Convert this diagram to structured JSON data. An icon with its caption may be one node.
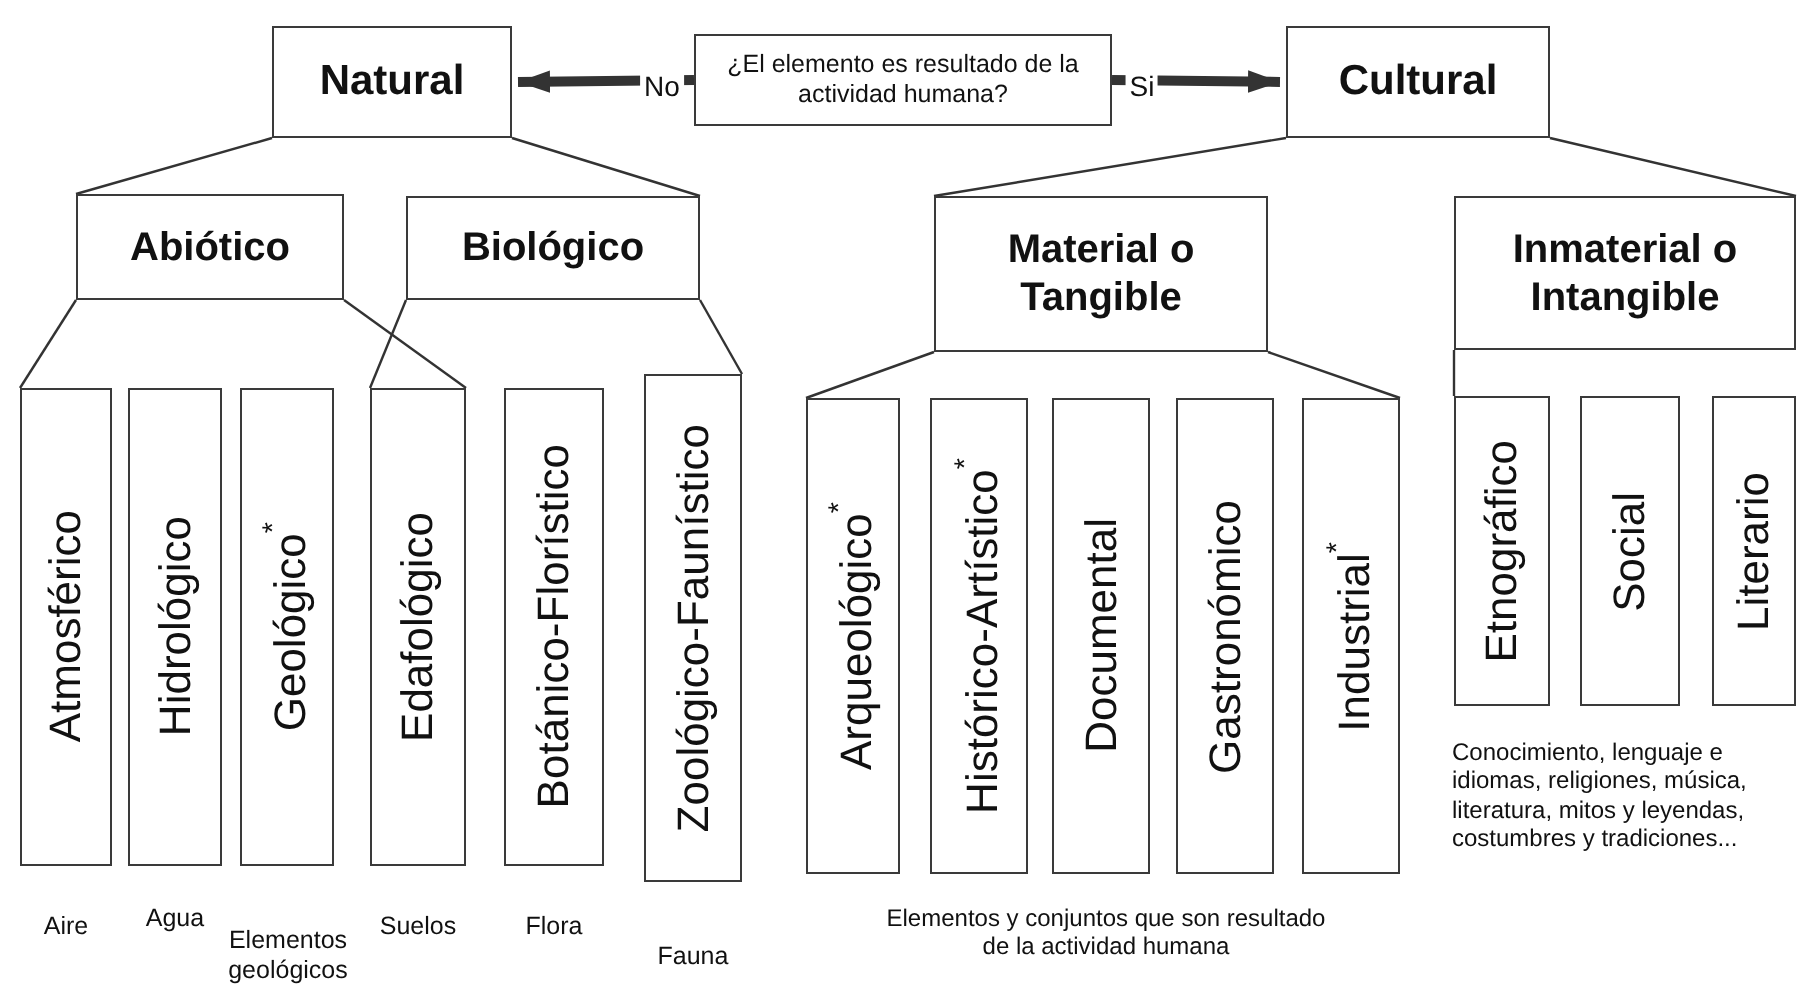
{
  "diagram": {
    "nodes": [
      {
        "text": [
          "Natural"
        ]
      },
      {
        "text": [
          "¿El elemento es resultado de la actividad humana?"
        ]
      },
      {
        "text": [
          "Cultural"
        ]
      },
      {
        "text": [
          "Abiótico"
        ]
      },
      {
        "text": [
          "Biológico"
        ]
      },
      {
        "text": [
          "Material o Tangible"
        ]
      },
      {
        "text": [
          "Inmaterial o Intangible"
        ]
      },
      {
        "text": [
          "Atmosférico"
        ],
        "beside": [
          "Aire"
        ]
      },
      {
        "text": [
          "Hidrológico"
        ],
        "beside": [
          "Agua"
        ]
      },
      {
        "text": [
          "Geológico$^{*}$"
        ],
        "beside": [
          "Elementos geológicos"
        ]
      },
      {
        "text": [
          "Edafológico"
        ],
        "beside": [
          "Suelos"
        ]
      },
      {
        "text": [
          "Botánico-Florístico"
        ],
        "beside": [
          "Flora"
        ]
      },
      {
        "text": [
          "Zoológico-Faunístico"
        ],
        "beside": [
          "Fauna"
        ]
      },
      {
        "text": [
          "Arqueológico$^{*}$"
        ]
      },
      {
        "text": [
          "Histórico-Artístico$^{*}$"
        ]
      },
      {
        "text": [
          "Documental"
        ]
      },
      {
        "text": [
          "Gastronómico"
        ]
      },
      {
        "text": [
          "Industrial$^{*}$"
        ]
      },
      {
        "text": [
          "Etnográfico"
        ]
      },
      {
        "text": [
          "Social"
        ]
      },
      {
        "text": [
          "Literario"
        ]
      }
    ],
    "edges": [
      {
        "from": 1,
        "to": 0,
        "arrow": "to",
        "label": "No",
        "style": "thick"
      },
      {
        "from": 1,
        "to": 2,
        "arrow": "to",
        "label": "Si",
        "style": "thick"
      },
      {
        "from": 0,
        "to": 3,
        "arrow": "none"
      },
      {
        "from": 0,
        "to": 4,
        "arrow": "none"
      },
      {
        "from": 3,
        "to": 7,
        "arrow": "none"
      },
      {
        "from": 3,
        "to": 10,
        "arrow": "none"
      },
      {
        "from": 4,
        "to": 10,
        "arrow": "none"
      },
      {
        "from": 4,
        "to": 12,
        "arrow": "none"
      },
      {
        "from": 2,
        "to": 5,
        "arrow": "none"
      },
      {
        "from": 2,
        "to": 6,
        "arrow": "none"
      },
      {
        "from": 5,
        "to": 13,
        "arrow": "none"
      },
      {
        "from": 5,
        "to": 17,
        "arrow": "none"
      },
      {
        "from": 6,
        "to": 18,
        "arrow": "none"
      }
    ],
    "labels": [
      "Elementos y conjuntos que son resultado de la actividad humana",
      "Conocimiento, lenguaje e idiomas, religiones, música, literatura, mitos y leyendas, costumbres y tradiciones..."
    ]
  }
}
